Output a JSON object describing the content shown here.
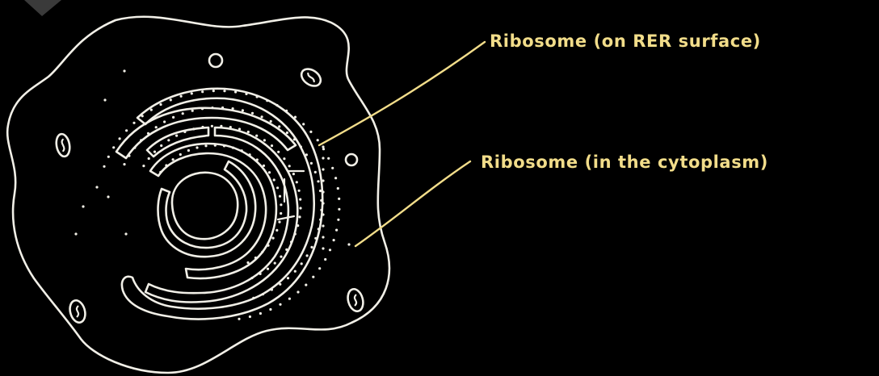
{
  "diagram": {
    "labels": [
      {
        "id": "rer-ribosome",
        "text": "Ribosome (on RER surface)"
      },
      {
        "id": "cyto-ribosome",
        "text": "Ribosome (in the cytoplasm)"
      }
    ]
  },
  "colors": {
    "background": "#000000",
    "outline": "#f1efe7",
    "label": "#f2dd8a",
    "leader": "#f2dd8a",
    "corner_tab": "#3a3a3a"
  }
}
